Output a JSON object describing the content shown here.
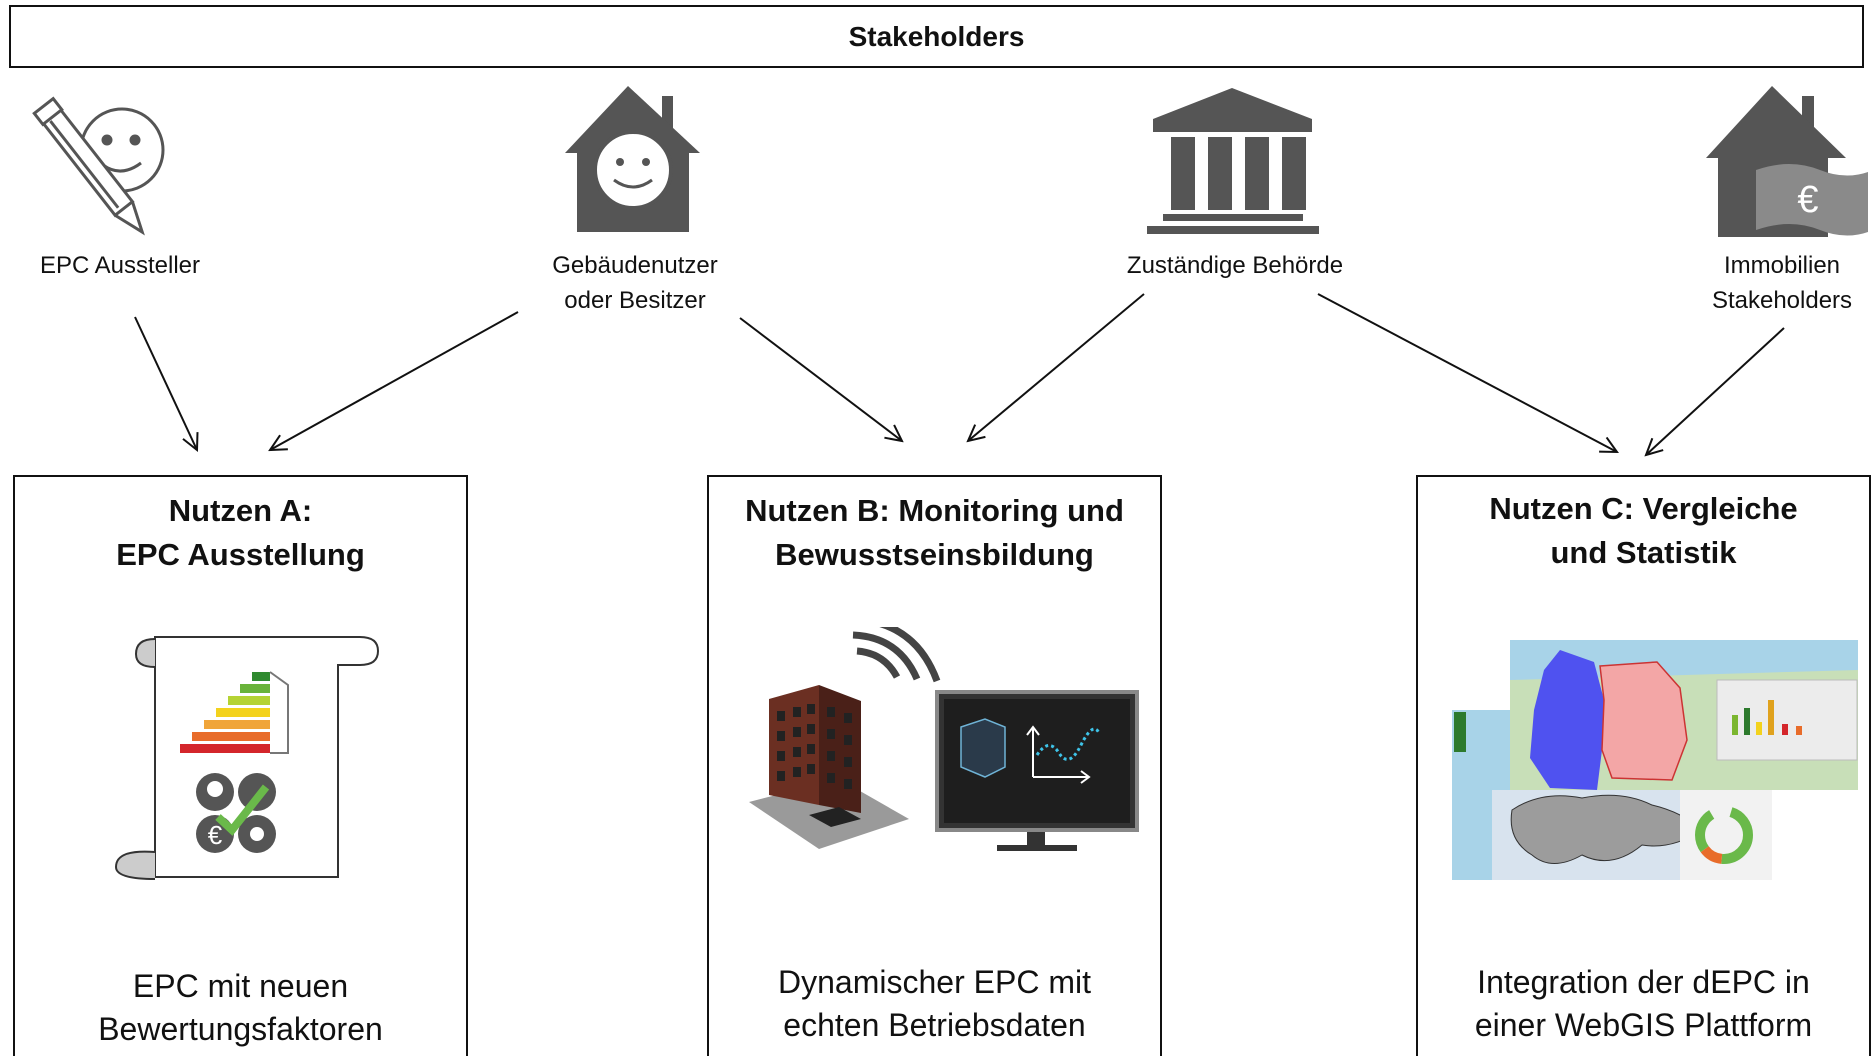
{
  "header": {
    "title": "Stakeholders"
  },
  "stakeholders": [
    {
      "label_lines": [
        "EPC Aussteller"
      ],
      "icon": "pen-smiley-icon"
    },
    {
      "label_lines": [
        "Gebäudenutzer",
        "oder Besitzer"
      ],
      "icon": "house-smiley-icon"
    },
    {
      "label_lines": [
        "Zuständige Behörde"
      ],
      "icon": "government-building-icon"
    },
    {
      "label_lines": [
        "Immobilien",
        "Stakeholders"
      ],
      "icon": "house-euro-icon"
    }
  ],
  "benefits": [
    {
      "title_lines": [
        "Nutzen A:",
        "EPC Ausstellung"
      ],
      "caption_lines": [
        "EPC mit neuen",
        "Bewertungsfaktoren"
      ],
      "image": "epc-certificate-scroll"
    },
    {
      "title_lines": [
        "Nutzen B: Monitoring und",
        "Bewusstseinsbildung"
      ],
      "caption_lines": [
        "Dynamischer EPC mit",
        "echten Betriebsdaten"
      ],
      "image": "building-monitor"
    },
    {
      "title_lines": [
        "Nutzen C: Vergleiche",
        "und Statistik"
      ],
      "caption_lines": [
        "Integration der dEPC in",
        "einer WebGIS Plattform"
      ],
      "image": "webgis-maps"
    }
  ],
  "icons": {
    "euro_symbol": "€"
  },
  "colors": {
    "icon_gray": "#555555",
    "line": "#111111",
    "blue_region": "#4f52f0",
    "pink_region": "#f3a6a6",
    "chart_teal": "#3ec3e8",
    "check_green": "#6ab94a"
  }
}
